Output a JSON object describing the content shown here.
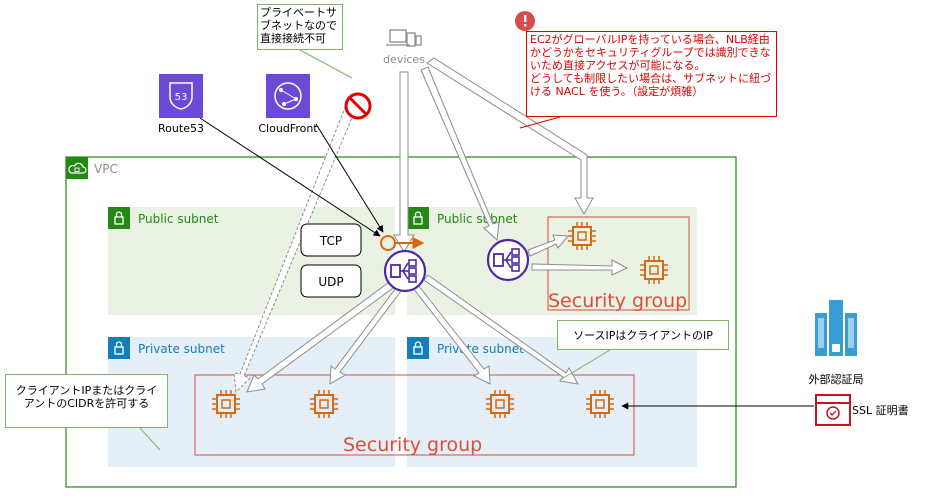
{
  "vpc": {
    "label": "VPC"
  },
  "subnets": {
    "public_left": "Public subnet",
    "public_right": "Public subnet",
    "private_left": "Private subnet",
    "private_right": "Private subnet"
  },
  "services": {
    "route53": {
      "label": "Route53",
      "badge": "53"
    },
    "cloudfront": {
      "label": "CloudFront"
    },
    "devices": {
      "label": "devices"
    }
  },
  "protocols": {
    "tcp": "TCP",
    "udp": "UDP"
  },
  "security_groups": {
    "public": "Security group",
    "private": "Security group"
  },
  "notes": {
    "private_subnet_no_direct": "プライベートサブネットなので直接接続不可",
    "ec2_warning": "EC2がグローバルIPを持っている場合、NLB経由かどうかをセキュリティグループでは識別できないため直接アクセスが可能になる。\nどうしても制限したい場合は、サブネットに紐づける NACL を使う。（設定が煩雑）",
    "source_ip_client": "ソースIPはクライアントのIP",
    "allow_client_ip": "クライアントIPまたはクライアントのCIDRを許可する"
  },
  "external": {
    "ca_label": "外部認証局",
    "cert_label": "SSL 証明書"
  },
  "colors": {
    "vpc_border": "#248814",
    "public_subnet_fill": "#e9f2e3",
    "private_subnet_fill": "#e5eff7",
    "private_subnet_label": "#147eba",
    "ec2_orange": "#d86613",
    "nlb_purple": "#4d27aa",
    "security_group_red": "#e04b3a",
    "note_green_border": "#82b366",
    "warning_red": "#e10000",
    "ca_blue": "#3a9dd6",
    "cert_red": "#c7131f"
  },
  "icons": [
    "vpc-cloud-icon",
    "lock-icon",
    "route53-icon",
    "cloudfront-icon",
    "devices-icon",
    "no-entry-icon",
    "nlb-icon",
    "ec2-instance-icon",
    "warning-icon",
    "certificate-authority-icon",
    "ssl-certificate-icon"
  ]
}
